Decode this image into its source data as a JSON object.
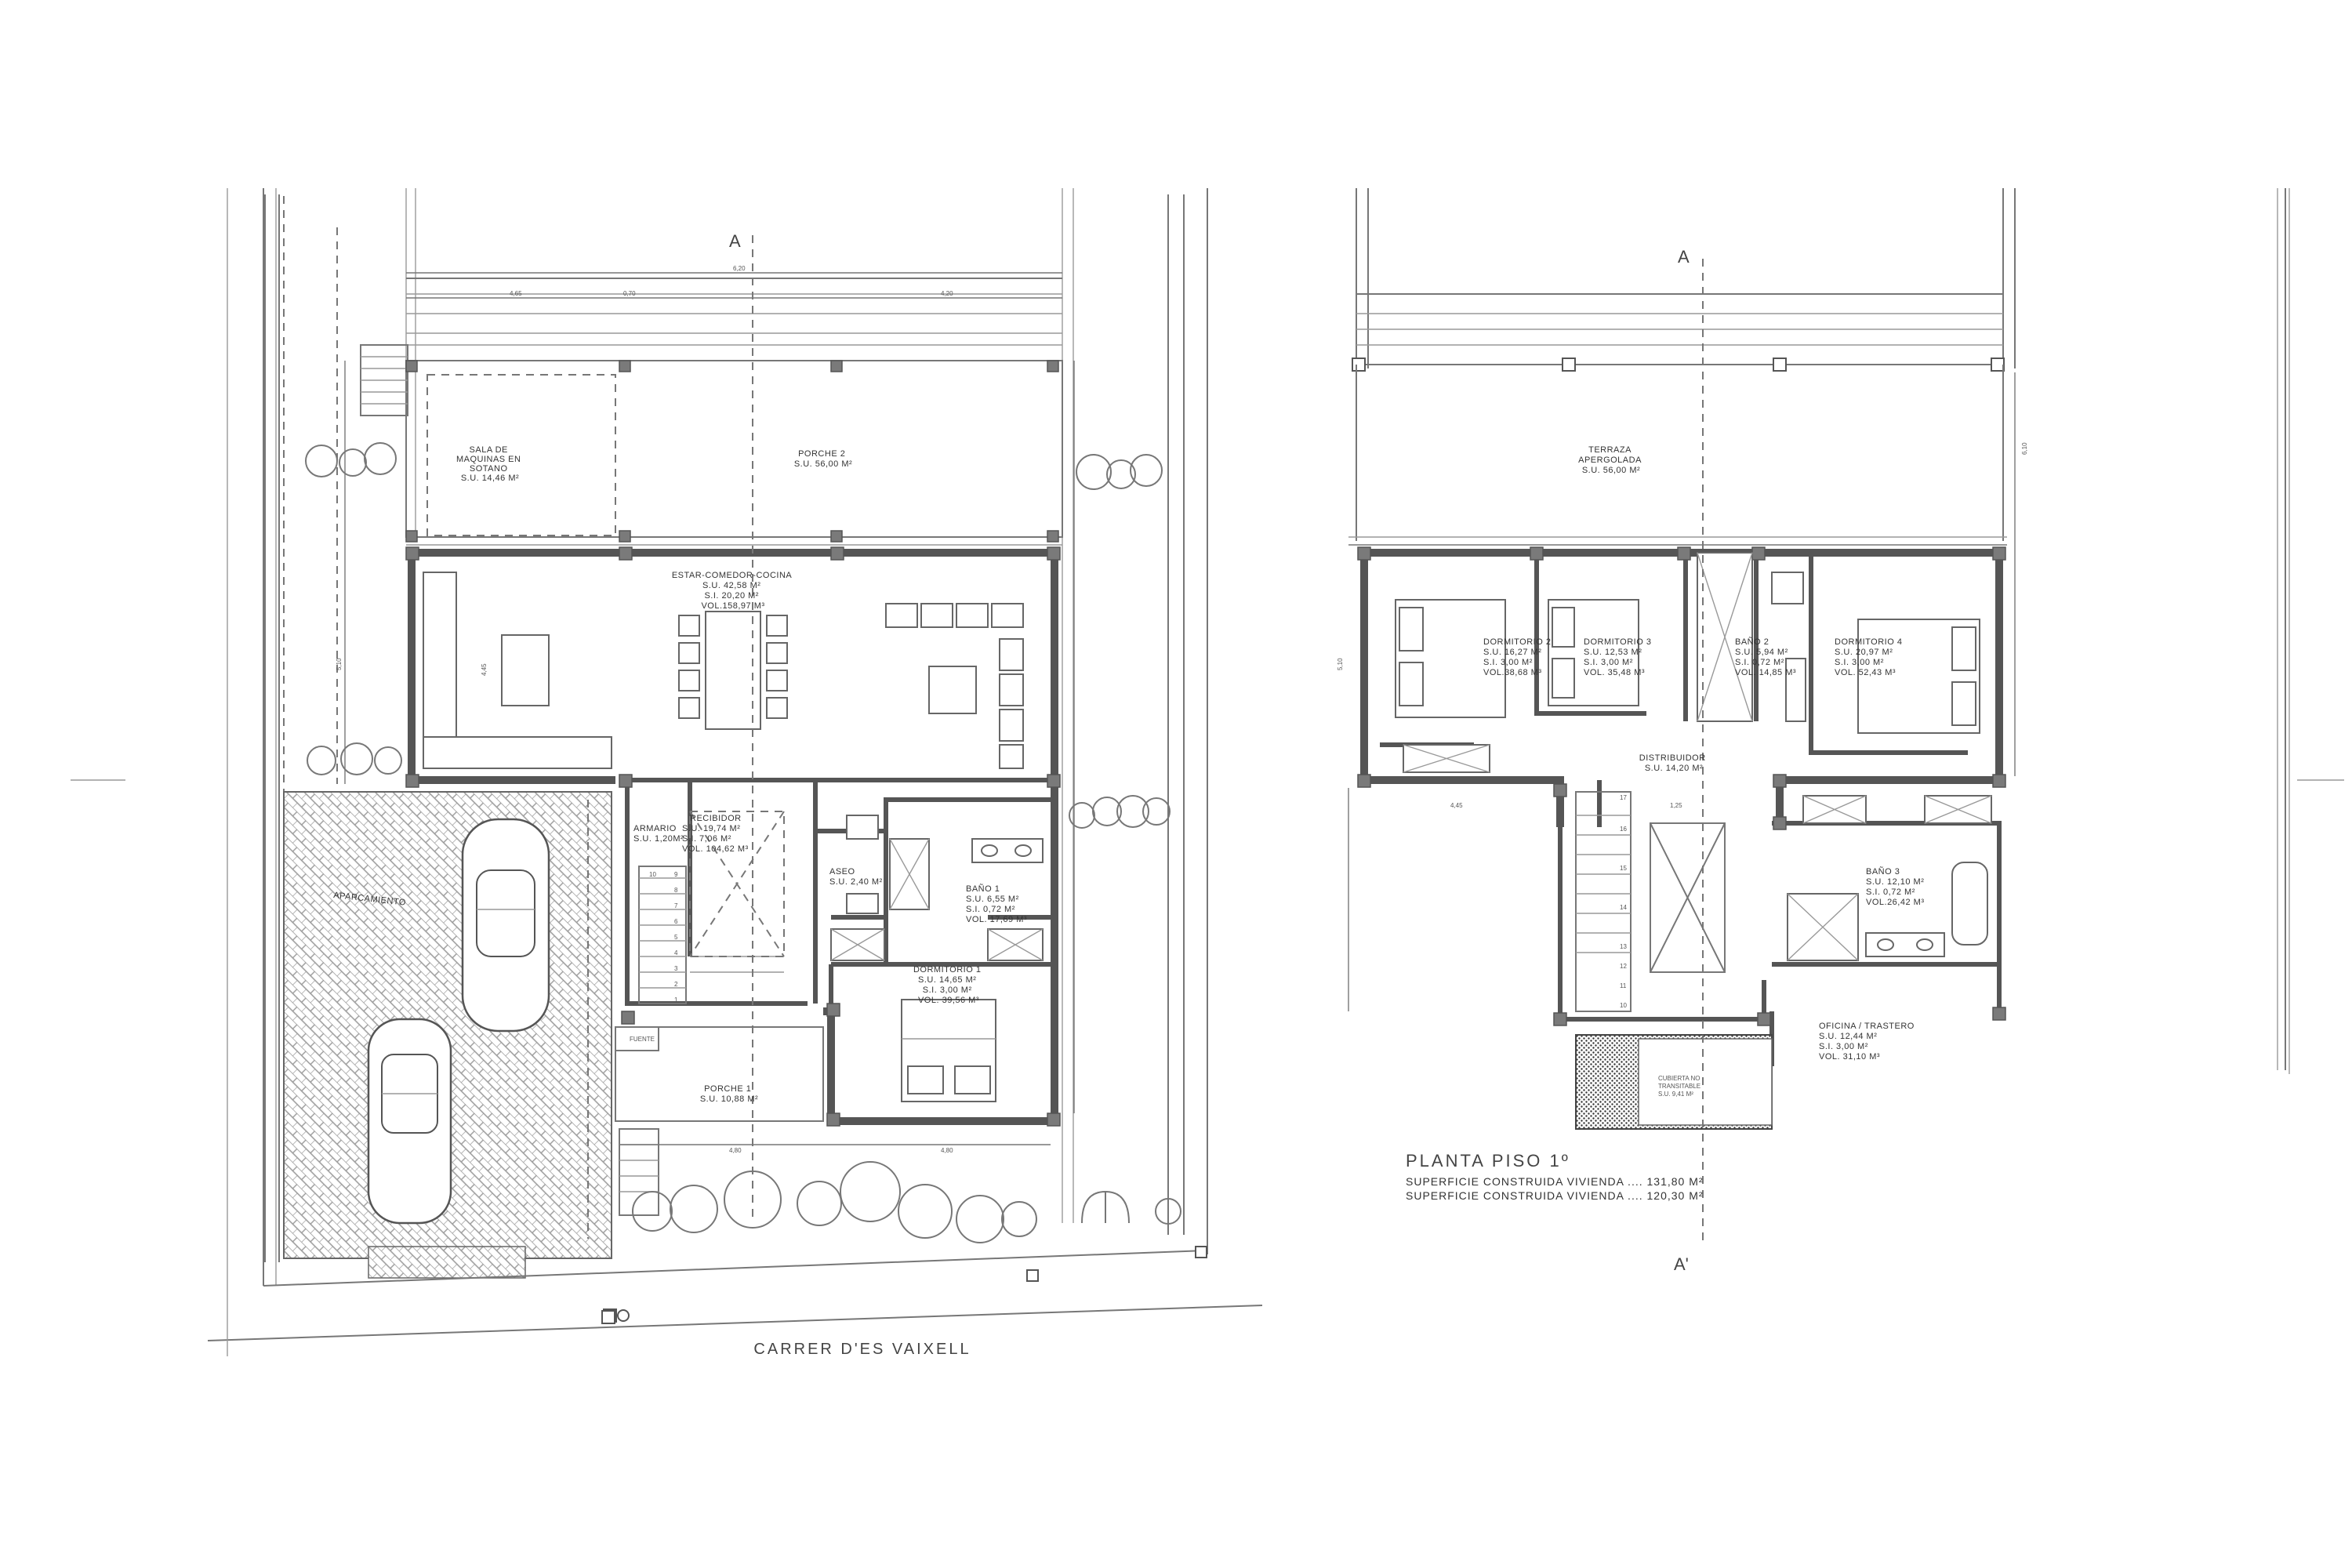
{
  "ground_floor": {
    "rooms": [
      {
        "id": "sala",
        "lines": [
          "SALA DE",
          "MAQUINAS EN",
          "SOTANO",
          "S.U. 14,46 M²"
        ]
      },
      {
        "id": "porche2",
        "lines": [
          "PORCHE 2",
          "S.U. 56,00 M²"
        ]
      },
      {
        "id": "estar",
        "lines": [
          "ESTAR-COMEDOR-COCINA",
          "S.U. 42,58 M²",
          "S.I.  20,20 M²",
          "VOL.158,97 M³"
        ]
      },
      {
        "id": "recibidor",
        "lines": [
          "RECIBIDOR",
          "S.U. 19,74 M²",
          "S.I.   7,06 M²",
          "VOL. 104,62 M³"
        ]
      },
      {
        "id": "armario",
        "lines": [
          "ARMARIO",
          "S.U. 1,20M²"
        ]
      },
      {
        "id": "aseo",
        "lines": [
          "ASEO",
          "S.U. 2,40 M²"
        ]
      },
      {
        "id": "bano1",
        "lines": [
          "BAÑO 1",
          "S.U. 6,55 M²",
          "S.I.  0,72 M²",
          "VOL. 17,69 M³"
        ]
      },
      {
        "id": "dorm1",
        "lines": [
          "DORMITORIO 1",
          "S.U. 14,65 M²",
          "S.I.    3,00 M²",
          "VOL. 39,56 M³"
        ]
      },
      {
        "id": "aparc",
        "lines": [
          "APARCAMIENTO"
        ]
      },
      {
        "id": "porche1",
        "lines": [
          "PORCHE 1",
          "S.U. 10,88 M²"
        ]
      },
      {
        "id": "fuente",
        "lines": [
          "FUENTE"
        ]
      }
    ],
    "street": "CARRER D'ES VAIXELL",
    "section_top": "A"
  },
  "first_floor": {
    "rooms": [
      {
        "id": "terraza",
        "lines": [
          "TERRAZA",
          "APERGOLADA",
          "S.U. 56,00 M²"
        ]
      },
      {
        "id": "dorm2",
        "lines": [
          "DORMITORIO 2",
          "S.U. 16,27 M²",
          "S.I.   3,00 M²",
          "VOL.38,68 M³"
        ]
      },
      {
        "id": "dorm3",
        "lines": [
          "DORMITORIO 3",
          "S.U. 12,53 M²",
          "S.I.   3,00 M²",
          "VOL. 35,48 M³"
        ]
      },
      {
        "id": "bano2",
        "lines": [
          "BAÑO 2",
          "S.U. 5,94 M²",
          "S.I.  0,72 M²",
          "VOL. 14,85 M³"
        ]
      },
      {
        "id": "dorm4",
        "lines": [
          "DORMITORIO 4",
          "S.U. 20,97 M²",
          "S.I.   3,00 M²",
          "VOL. 52,43 M³"
        ]
      },
      {
        "id": "distrib",
        "lines": [
          "DISTRIBUIDOR",
          "S.U. 14,20 M²"
        ]
      },
      {
        "id": "bano3",
        "lines": [
          "BAÑO 3",
          "S.U. 12,10 M²",
          "S.I.  0,72 M²",
          "VOL.26,42 M³"
        ]
      },
      {
        "id": "oficina",
        "lines": [
          "OFICINA / TRASTERO",
          "S.U. 12,44 M²",
          "S.I.    3,00 M²",
          "VOL. 31,10 M³"
        ]
      },
      {
        "id": "cubierta",
        "lines": [
          "CUBIERTA NO",
          "TRANSITABLE",
          "S.U. 9,41 M²"
        ]
      }
    ],
    "title": "PLANTA PISO 1º",
    "summary": [
      "SUPERFICIE CONSTRUIDA VIVIENDA .... 131,80 M²",
      "SUPERFICIE CONSTRUIDA VIVIENDA .... 120,30 M²"
    ],
    "section_top": "A",
    "section_bottom": "A'"
  },
  "dimensions": {
    "top_total": "6,20",
    "top_a": "4,65",
    "top_b": "0,70",
    "top_c": "4,20",
    "gf_side": "5,10",
    "gf_left": "4,45",
    "bottom_a": "4,80",
    "bottom_b": "4,80",
    "ff_right": "6,10",
    "ff_depth": "5,10",
    "ff_left": "4,45",
    "stair_w": "1,25"
  },
  "stairs": {
    "gf_steps": [
      "1",
      "2",
      "3",
      "4",
      "5",
      "6",
      "7",
      "8",
      "9",
      "10"
    ],
    "ff_steps": [
      "10",
      "11",
      "12",
      "13",
      "14",
      "15",
      "16",
      "17"
    ]
  }
}
